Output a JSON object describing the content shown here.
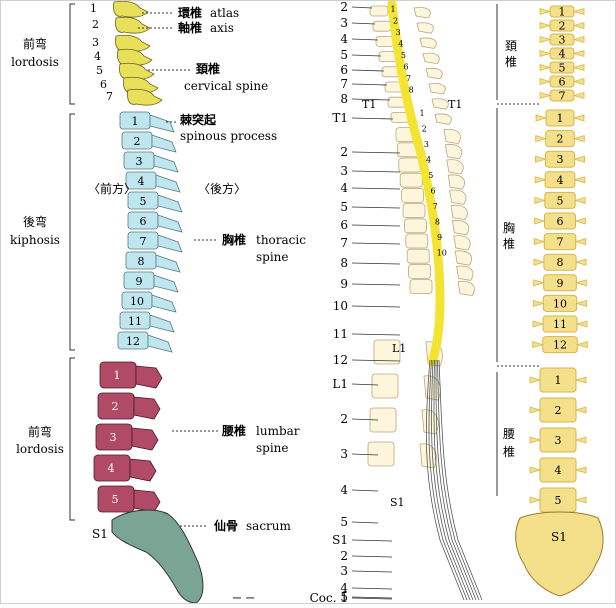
{
  "side_view": {
    "curves": {
      "cervical_lordosis": {
        "jp": "前弯",
        "en": "lordosis"
      },
      "thoracic_kyphosis": {
        "jp": "後弯",
        "en": "kiphosis"
      },
      "lumbar_lordosis": {
        "jp": "前弯",
        "en": "lordosis"
      }
    },
    "cervical_numbers": [
      "1",
      "2",
      "3",
      "4",
      "5",
      "6",
      "7"
    ],
    "thoracic_numbers": [
      "1",
      "2",
      "3",
      "4",
      "5",
      "6",
      "7",
      "8",
      "9",
      "10",
      "11",
      "12"
    ],
    "lumbar_numbers": [
      "1",
      "2",
      "3",
      "4",
      "5"
    ],
    "sacrum_label": "S1",
    "direction": {
      "front": "〈前方〉",
      "back": "〈後方〉"
    },
    "bottom_mark": "ー ー",
    "annotations": {
      "atlas": {
        "jp": "環椎",
        "en": "atlas"
      },
      "axis": {
        "jp": "軸椎",
        "en": "axis"
      },
      "cervical": {
        "jp": "頚椎",
        "en": "cervical spine"
      },
      "spinous": {
        "jp": "棘突起",
        "en": "spinous process"
      },
      "thoracic": {
        "jp": "胸椎",
        "en_1": "thoracic",
        "en_2": "spine"
      },
      "lumbar": {
        "jp": "腰椎",
        "en_1": "lumbar",
        "en_2": "spine"
      },
      "sacrum": {
        "jp": "仙骨",
        "en": "sacrum"
      }
    },
    "colors": {
      "cervical": "#e8df5a",
      "thoracic": "#bfe6ee",
      "lumbar": "#b04a66",
      "sacrum": "#7aa595"
    }
  },
  "nerve_view": {
    "labels": [
      "2",
      "3",
      "4",
      "5",
      "6",
      "7",
      "8",
      "T1",
      "2",
      "3",
      "4",
      "5",
      "6",
      "7",
      "8",
      "9",
      "10",
      "11",
      "12",
      "L1",
      "2",
      "3",
      "4",
      "5",
      "S1",
      "2",
      "3",
      "4",
      "5",
      "Coc. 1"
    ],
    "canal": {
      "cervical_numbers": [
        "1",
        "2",
        "3",
        "4",
        "5",
        "6",
        "7",
        "8"
      ],
      "thoracic_numbers": [
        "1",
        "2",
        "3",
        "4",
        "5",
        "6",
        "7",
        "8",
        "9",
        "10"
      ]
    },
    "inner": {
      "t1_left": "T1",
      "t1_right": "T1",
      "l1": "L1",
      "s1": "S1"
    },
    "colors": {
      "cord": "#f3e433",
      "bone": "#fdf6dc"
    }
  },
  "front_view": {
    "regions": {
      "cervical": [
        "頚",
        "椎"
      ],
      "thoracic": [
        "胸",
        "椎"
      ],
      "lumbar": [
        "腰",
        "椎"
      ]
    },
    "cervical_numbers": [
      "1",
      "2",
      "3",
      "4",
      "5",
      "6",
      "7"
    ],
    "thoracic_numbers": [
      "1",
      "2",
      "3",
      "4",
      "5",
      "6",
      "7",
      "8",
      "9",
      "10",
      "11",
      "12"
    ],
    "lumbar_numbers": [
      "1",
      "2",
      "3",
      "4",
      "5"
    ],
    "sacrum_label": "S1",
    "colors": {
      "bone": "#f4e08a",
      "bone_dark": "#d8b64a"
    }
  }
}
